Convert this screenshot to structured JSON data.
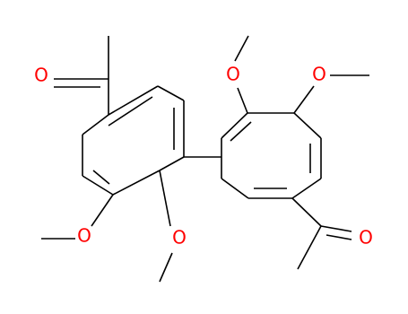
{
  "colors": {
    "background": "#ffffff",
    "bond": "#000000",
    "oxygen": "#ff0000"
  },
  "atoms": {
    "o_carbonyl_left": "O",
    "o_methoxy_left_outer": "O",
    "o_methoxy_left_inner": "O",
    "o_methoxy_right_inner": "O",
    "o_methoxy_right_outer": "O",
    "o_carbonyl_right": "O"
  }
}
